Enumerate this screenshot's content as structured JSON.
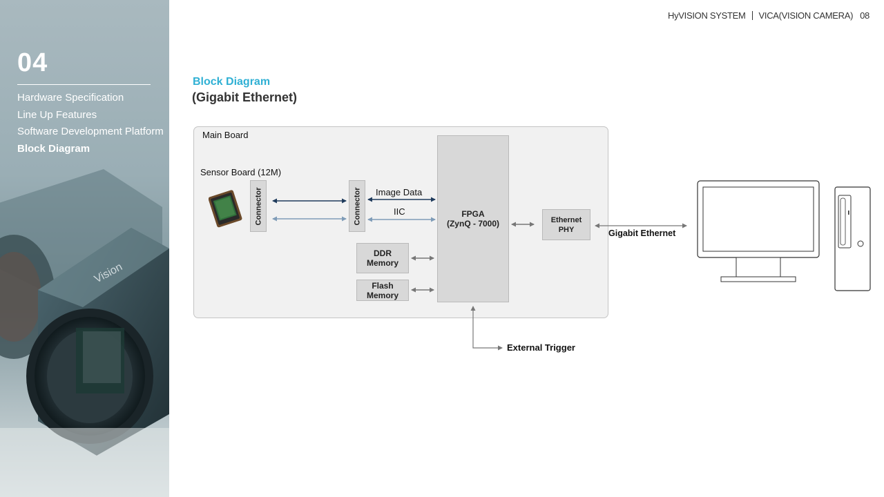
{
  "header": {
    "company": "HyVISION SYSTEM",
    "product": "VICA(VISION CAMERA)",
    "page_number": "08"
  },
  "sidebar": {
    "section_number": "04",
    "items": [
      {
        "label": "Hardware Specification",
        "active": false
      },
      {
        "label": "Line Up Features",
        "active": false
      },
      {
        "label": "Software Development Platform",
        "active": false
      },
      {
        "label": "Block Diagram",
        "active": true
      }
    ]
  },
  "title": {
    "main": "Block Diagram",
    "sub": "(Gigabit Ethernet)"
  },
  "diagram": {
    "main_board": "Main Board",
    "sensor_board": "Sensor Board (12M)",
    "connector": "Connector",
    "image_data": "Image Data",
    "iic": "IIC",
    "fpga_line1": "FPGA",
    "fpga_line2": "(ZynQ  - 7000)",
    "ddr_line1": "DDR",
    "ddr_line2": "Memory",
    "flash_line1": "Flash",
    "flash_line2": "Memory",
    "eth_line1": "Ethernet",
    "eth_line2": "PHY",
    "gigabit_ethernet": "Gigabit Ethernet",
    "external_trigger": "External Trigger"
  },
  "colors": {
    "accent": "#2fb0d4",
    "dark_arrow": "#1f3b5c",
    "light_arrow": "#7f9cb8",
    "gray_arrow": "#777777"
  },
  "icons": [
    "camera-photo",
    "image-sensor-chip",
    "monitor-icon",
    "pc-tower-icon"
  ]
}
